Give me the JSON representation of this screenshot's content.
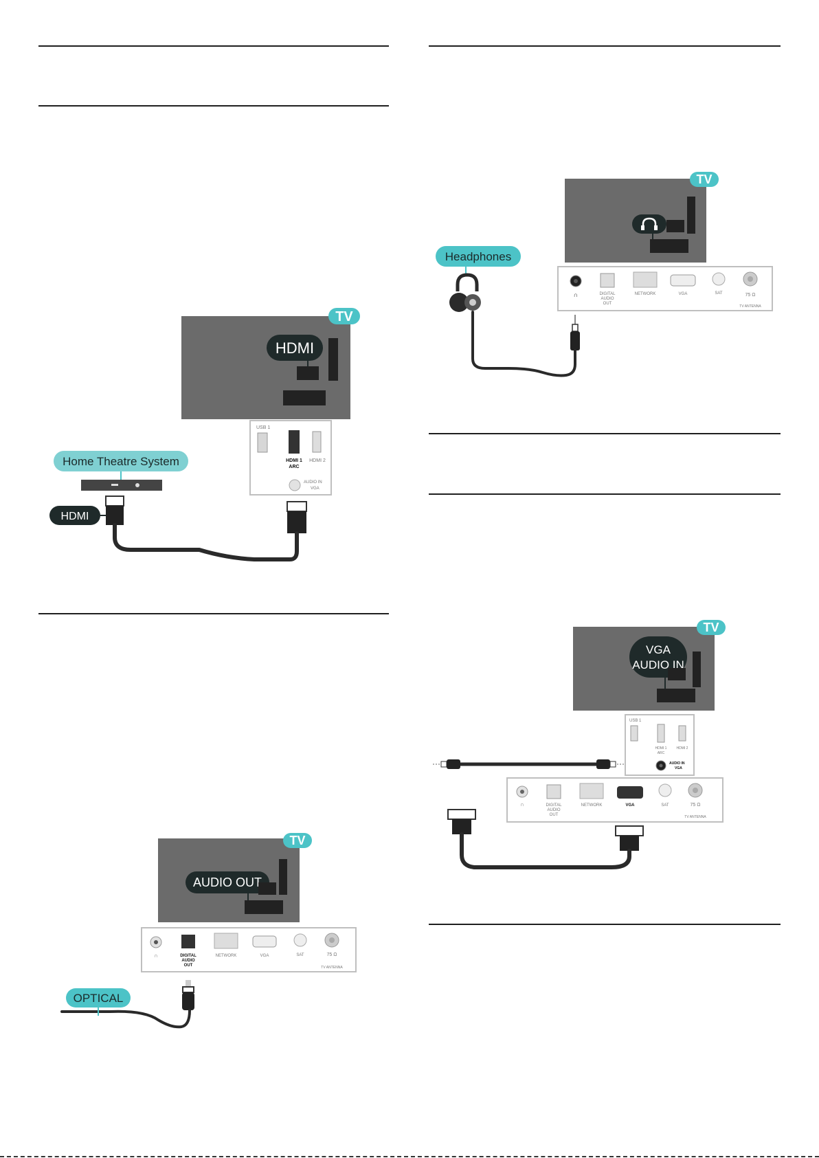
{
  "colors": {
    "tv_body": "#6b6b6b",
    "accent_teal": "#4cc3c7",
    "label_dark": "#1f2a2a",
    "cable": "#2a2a2a",
    "panel_border": "#bfbfbf"
  },
  "figures": {
    "hdmi_arc": {
      "tv_badge": "TV",
      "tv_label": "HDMI",
      "device_badge": "Home Theatre System",
      "cable_label": "HDMI",
      "ports": {
        "usb": "USB 1",
        "hdmi1": "HDMI 1",
        "hdmi1_sub": "ARC",
        "hdmi2": "HDMI 2",
        "audio_in": "AUDIO IN",
        "audio_in_sub": "VGA"
      }
    },
    "optical": {
      "tv_badge": "TV",
      "tv_label": "AUDIO OUT",
      "cable_label": "OPTICAL",
      "ports": {
        "digital": "DIGITAL",
        "audio": "AUDIO",
        "out": "OUT",
        "network": "NETWORK",
        "vga": "VGA",
        "sat": "SAT",
        "antenna": "75 Ω",
        "antenna_sub": "TV ANTENNA"
      }
    },
    "headphones": {
      "tv_badge": "TV",
      "device_badge": "Headphones",
      "ports": {
        "digital": "DIGITAL",
        "audio": "AUDIO",
        "out": "OUT",
        "network": "NETWORK",
        "vga": "VGA",
        "sat": "SAT",
        "antenna": "75 Ω",
        "antenna_sub": "TV ANTENNA"
      }
    },
    "vga": {
      "tv_badge": "TV",
      "tv_label_line1": "VGA",
      "tv_label_line2": "AUDIO IN",
      "top_ports": {
        "usb": "USB 1",
        "hdmi1": "HDMI 1",
        "hdmi1_sub": "ARC",
        "hdmi2": "HDMI 2",
        "audio_in": "AUDIO IN",
        "audio_in_sub": "VGA"
      },
      "ports": {
        "digital": "DIGITAL",
        "audio": "AUDIO",
        "out": "OUT",
        "network": "NETWORK",
        "vga": "VGA",
        "sat": "SAT",
        "antenna": "75 Ω",
        "antenna_sub": "TV ANTENNA"
      }
    }
  }
}
